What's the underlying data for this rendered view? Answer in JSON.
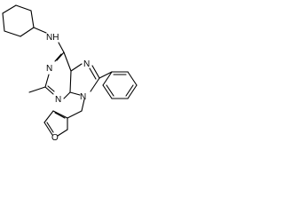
{
  "molecule": {
    "atoms": {
      "amine_nh": "NH",
      "pyrimidine_n_left": "N",
      "pyrimidine_n_lower": "N",
      "imidazole_n_top": "N",
      "imidazole_n_bottom": "N",
      "furan_o": "O"
    }
  }
}
